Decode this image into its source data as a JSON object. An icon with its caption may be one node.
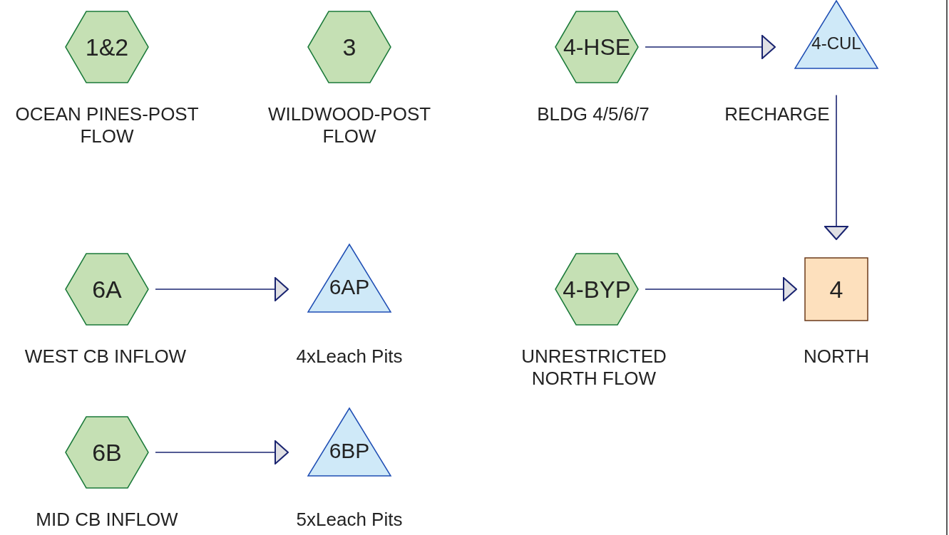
{
  "diagram": {
    "nodes": [
      {
        "text": [
          "1&2"
        ],
        "beside": [
          "OCEAN PINES-POST FLOW"
        ]
      },
      {
        "text": [
          "3"
        ],
        "beside": [
          "WILDWOOD-POST FLOW"
        ]
      },
      {
        "text": [
          "4-HSE"
        ],
        "beside": [
          "BLDG 4/5/6/7"
        ]
      },
      {
        "text": [
          "4-CUL"
        ],
        "beside": [
          "RECHARGE"
        ]
      },
      {
        "text": [
          "6A"
        ],
        "beside": [
          "WEST CB INFLOW"
        ]
      },
      {
        "text": [
          "6AP"
        ],
        "beside": [
          "4xLeach Pits"
        ]
      },
      {
        "text": [
          "4-BYP"
        ],
        "beside": [
          "UNRESTRICTED NORTH FLOW"
        ]
      },
      {
        "text": [
          "4"
        ],
        "beside": [
          "NORTH"
        ]
      },
      {
        "text": [
          "6B"
        ],
        "beside": [
          "MID CB INFLOW"
        ]
      },
      {
        "text": [
          "6BP"
        ],
        "beside": [
          "5xLeach Pits"
        ]
      }
    ],
    "edges": [
      {
        "from": 2,
        "to": 3,
        "arrow": "to"
      },
      {
        "from": 3,
        "to": 7,
        "arrow": "to"
      },
      {
        "from": 4,
        "to": 5,
        "arrow": "to"
      },
      {
        "from": 6,
        "to": 7,
        "arrow": "to"
      },
      {
        "from": 8,
        "to": 9,
        "arrow": "to"
      }
    ]
  }
}
